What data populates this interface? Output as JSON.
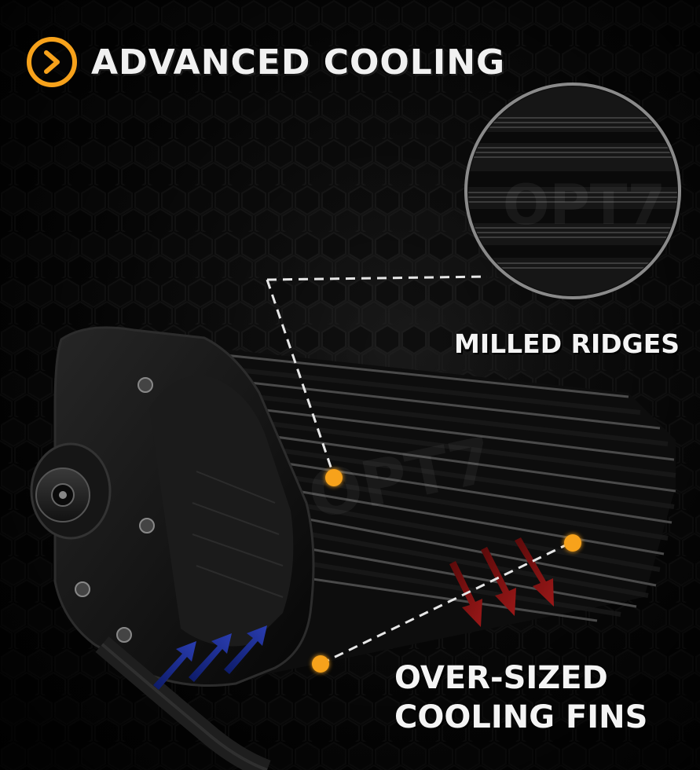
{
  "header": {
    "title": "ADVANCED COOLING",
    "icon": "chevron-right-icon",
    "accent_color": "#f7a21b"
  },
  "callouts": {
    "milled_ridges": "MILLED RIDGES",
    "fins_line1": "OVER-SIZED",
    "fins_line2": "COOLING FINS"
  },
  "watermark": "OPT7",
  "colors": {
    "accent": "#f7a21b",
    "airflow_in": "#1a2a8a",
    "airflow_out": "#8a1010",
    "text": "#f1f1f1"
  }
}
